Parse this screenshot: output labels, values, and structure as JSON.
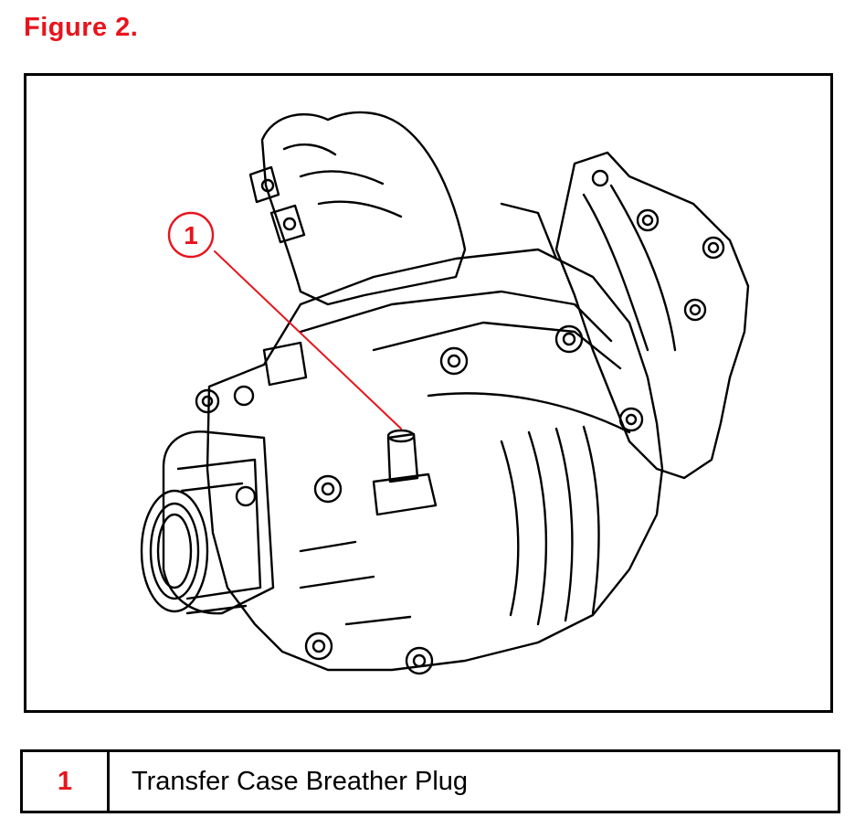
{
  "colors": {
    "accent": "#e8141c",
    "line": "#000000"
  },
  "figure": {
    "title": "Figure 2."
  },
  "diagram": {
    "callout_number": "1",
    "subject_icon": "transfer-case-illustration"
  },
  "legend": {
    "rows": [
      {
        "number": "1",
        "description": "Transfer Case Breather Plug"
      }
    ]
  }
}
